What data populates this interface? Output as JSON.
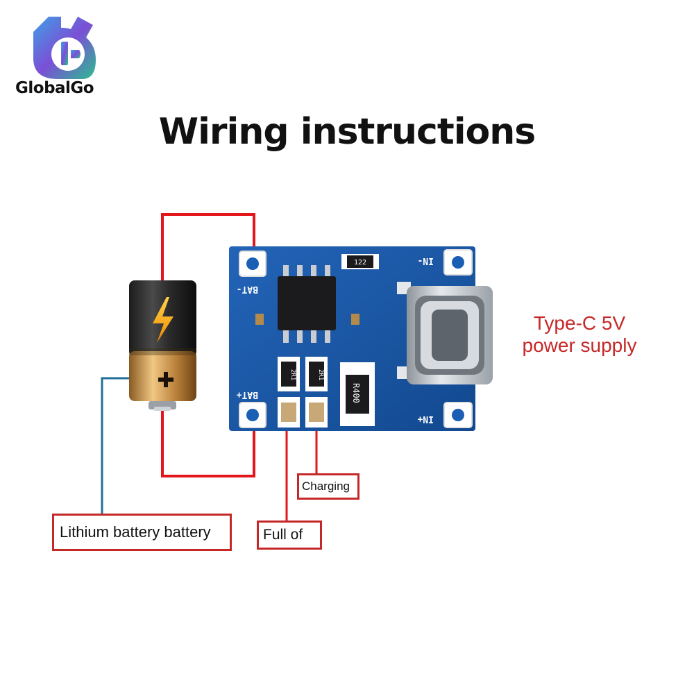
{
  "brand": {
    "name": "GlobalGo",
    "logo_icon": "globalgo-logo-icon"
  },
  "title": "Wiring instructions",
  "board": {
    "pad_bat_minus": "BAT-",
    "pad_bat_plus": "BAT+",
    "pad_in_minus": "IN-",
    "pad_in_plus": "IN+",
    "resistor_top": "122",
    "resistor_sense": "R400",
    "led_resistor_1": "2R1",
    "led_resistor_2": "2R1",
    "connector": "usb-type-c-connector"
  },
  "labels": {
    "battery": "Lithium battery battery",
    "full": "Full of",
    "charging": "Charging",
    "power_line1": "Type-C 5V",
    "power_line2": "power supply"
  },
  "colors": {
    "wire_red": "#e3161b",
    "wire_blue": "#1f6f9a",
    "board_blue": "#1a5fb4",
    "label_red": "#c62828"
  }
}
